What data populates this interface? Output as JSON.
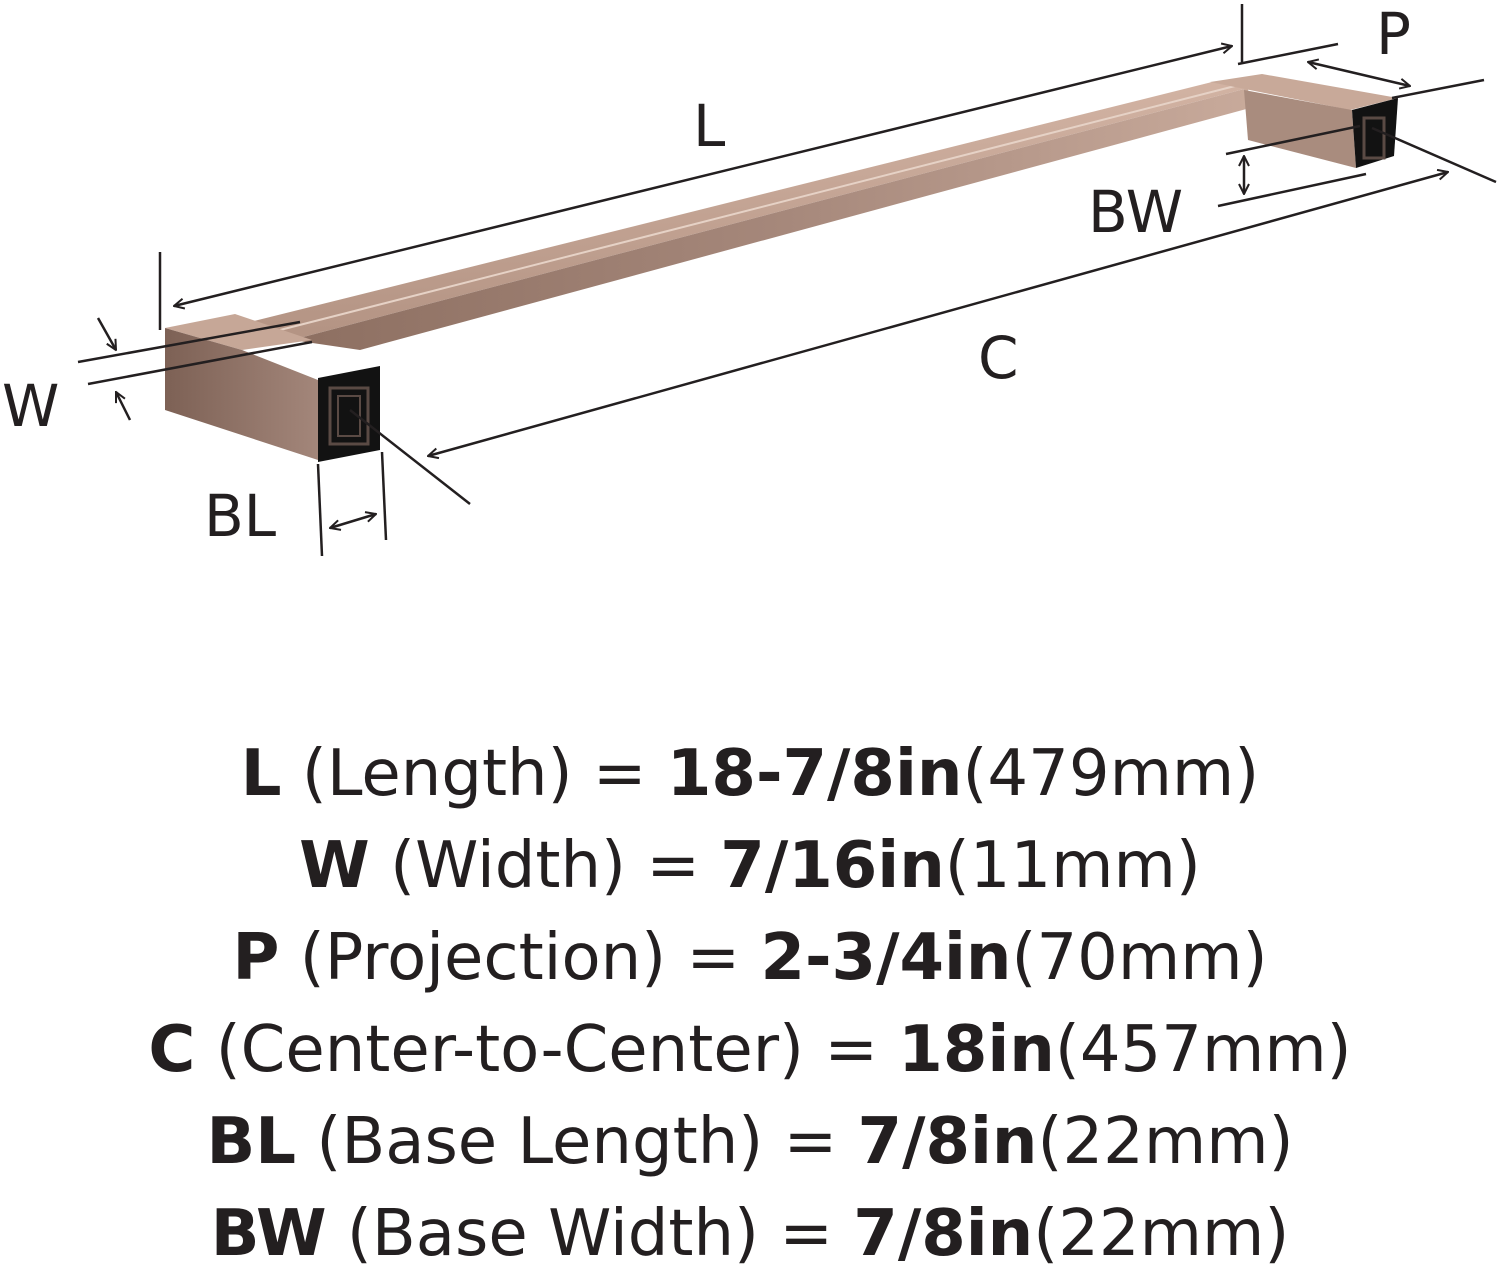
{
  "diagram": {
    "labels": {
      "L": "L",
      "P": "P",
      "BW": "BW",
      "W": "W",
      "C": "C",
      "BL": "BL"
    },
    "colors": {
      "ink": "#231f20",
      "finish_light": "#c9a898",
      "finish_mid": "#a88777",
      "finish_dark": "#6f5448",
      "bracket_end": "#141414"
    }
  },
  "specs": [
    {
      "key": "L",
      "desc": " (Length) = ",
      "imperial": "18-7/8in",
      "metric": "(479mm)"
    },
    {
      "key": "W",
      "desc": " (Width) = ",
      "imperial": "7/16in",
      "metric": "(11mm)"
    },
    {
      "key": "P",
      "desc": " (Projection) = ",
      "imperial": "2-3/4in",
      "metric": "(70mm)"
    },
    {
      "key": "C",
      "desc": " (Center-to-Center) = ",
      "imperial": "18in",
      "metric": "(457mm)"
    },
    {
      "key": "BL",
      "desc": " (Base Length) = ",
      "imperial": "7/8in",
      "metric": "(22mm)"
    },
    {
      "key": "BW",
      "desc": " (Base Width) = ",
      "imperial": "7/8in",
      "metric": "(22mm)"
    }
  ]
}
